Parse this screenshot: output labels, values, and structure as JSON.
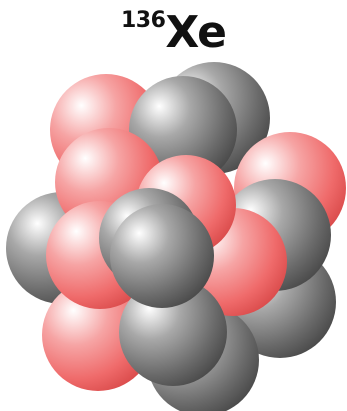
{
  "isotope": {
    "mass_number": "136",
    "symbol": "Xe"
  },
  "colors": {
    "proton": "#f07070",
    "neutron": "#6e6e6e",
    "background": "#ffffff"
  },
  "nucleus": {
    "particles": [
      {
        "type": "proton"
      },
      {
        "type": "neutron"
      },
      {
        "type": "neutron"
      },
      {
        "type": "proton"
      },
      {
        "type": "proton"
      },
      {
        "type": "neutron"
      },
      {
        "type": "neutron"
      },
      {
        "type": "neutron"
      },
      {
        "type": "proton"
      },
      {
        "type": "proton"
      },
      {
        "type": "neutron"
      },
      {
        "type": "proton"
      },
      {
        "type": "neutron"
      },
      {
        "type": "proton"
      },
      {
        "type": "neutron"
      },
      {
        "type": "neutron"
      }
    ]
  }
}
